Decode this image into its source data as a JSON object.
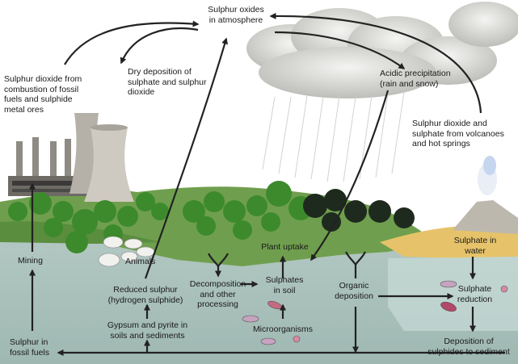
{
  "labels": {
    "atmosphere": "Sulphur oxides\nin atmosphere",
    "combustion": "Sulphur dioxide from\ncombustion of fossil\nfuels and sulphide\nmetal ores",
    "dry_deposition": "Dry deposition of\nsulphate and sulphur\ndioxide",
    "acidic_precipitation": "Acidic precipitation\n(rain and snow)",
    "volcanoes": "Sulphur dioxide and\nsulphate from volcanoes\nand hot springs",
    "animals": "Animals",
    "plant_uptake": "Plant uptake",
    "sulphate_in_water": "Sulphate in\nwater",
    "mining": "Mining",
    "reduced_sulphur": "Reduced sulphur\n(hydrogen sulphide)",
    "decomposition": "Decomposition\nand other\nprocessing",
    "sulphates_in_soil": "Sulphates\nin soil",
    "organic_deposition": "Organic\ndeposition",
    "sulphate_reduction": "Sulphate\nreduction",
    "gypsum": "Gypsum and pyrite in\nsoils and sediments",
    "microorganisms": "Microorganisms",
    "fossil_fuels": "Sulphur in\nfossil fuels",
    "deposition_sediment": "Deposition of\nsulphides to sediment"
  },
  "colors": {
    "ground": "#a9c0ba",
    "hill": "#6f9f4e",
    "tree": "#3c8a2c",
    "dark_tree": "#1f2a1f",
    "sand": "#e8c56a",
    "water": "#c9ddd9",
    "cloud": "#d9d9d6",
    "arrow": "#222222"
  }
}
